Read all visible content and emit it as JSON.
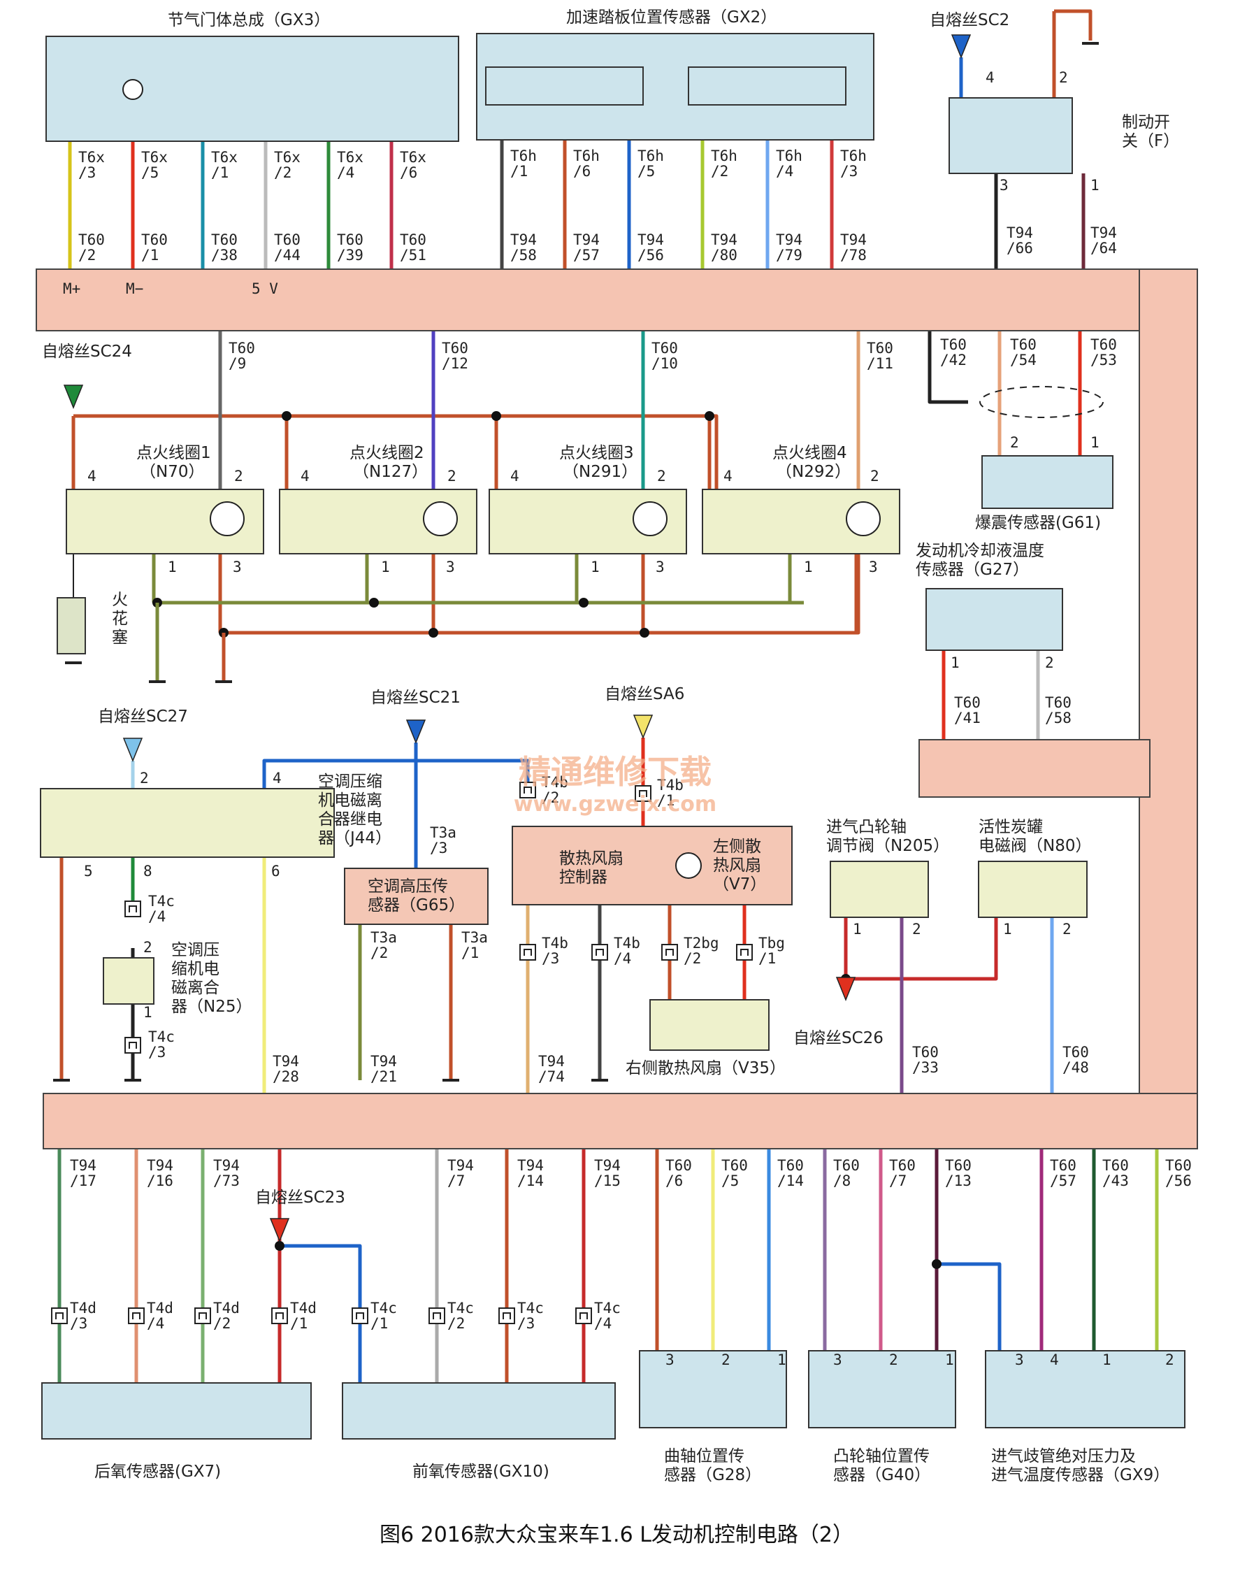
{
  "caption": "图6  2016款大众宝来车1.6 L发动机控制电路（2）",
  "watermark": {
    "line1": "精通维修下载",
    "line2": "www.gzweix.com"
  },
  "colors": {
    "bus": "#f5c4b2",
    "component": "#cde4ec",
    "coil": "#eef1cc",
    "box": "#f4c7b5",
    "wire_red": "#e0301e",
    "wire_blue": "#1e63c8",
    "wire_green": "#1f8a3a",
    "wire_brown": "#c1502a"
  },
  "components": {
    "gx3": {
      "title": "节气门体总成（GX3）",
      "pins": [
        "T6x\n/3",
        "T6x\n/5",
        "T6x\n/1",
        "T6x\n/2",
        "T6x\n/4",
        "T6x\n/6"
      ],
      "ecu": [
        "T60\n/2",
        "T60\n/1",
        "T60\n/38",
        "T60\n/44",
        "T60\n/39",
        "T60\n/51"
      ],
      "bus_labels": [
        "M+",
        "M−",
        "5 V"
      ]
    },
    "gx2": {
      "title": "加速踏板位置传感器（GX2）",
      "pins": [
        "T6h\n/1",
        "T6h\n/6",
        "T6h\n/5",
        "T6h\n/2",
        "T6h\n/4",
        "T6h\n/3"
      ],
      "ecu": [
        "T94\n/58",
        "T94\n/57",
        "T94\n/56",
        "T94\n/80",
        "T94\n/79",
        "T94\n/78"
      ]
    },
    "brake": {
      "title": "制动开\n关（F）",
      "fuse": "自熔丝SC2",
      "pins": [
        "4",
        "2",
        "3",
        "1"
      ],
      "ecu": [
        "T94\n/66",
        "T94\n/64"
      ]
    },
    "coils": {
      "fuse": "自熔丝SC24",
      "items": [
        {
          "name": "点火线圈1",
          "code": "（N70）",
          "ecu": "T60\n/9"
        },
        {
          "name": "点火线圈2",
          "code": "（N127）",
          "ecu": "T60\n/12"
        },
        {
          "name": "点火线圈3",
          "code": "（N291）",
          "ecu": "T60\n/10"
        },
        {
          "name": "点火线圈4",
          "code": "（N292）",
          "ecu": "T60\n/11"
        }
      ],
      "pin_labels": [
        "4",
        "2",
        "1",
        "3"
      ],
      "spark_plug": "火\n花\n塞"
    },
    "knock": {
      "title": "爆震传感器(G61)",
      "ecu": [
        "T60\n/42",
        "T60\n/54",
        "T60\n/53"
      ],
      "pins": [
        "2",
        "1"
      ]
    },
    "g27": {
      "title": "发动机冷却液温度\n传感器（G27）",
      "pins": [
        "1",
        "2"
      ],
      "ecu": [
        "T60\n/41",
        "T60\n/58"
      ]
    },
    "j44": {
      "title": "空调压缩\n机电磁离\n合器继电\n器（J44）",
      "fuse": "自熔丝SC27",
      "pins": [
        "2",
        "4",
        "5",
        "8",
        "6"
      ],
      "ecu": "T94\n/28"
    },
    "n25": {
      "title": "空调压\n缩机电\n磁离合\n器（N25）",
      "conn_top": "T4c\n/4",
      "conn_bottom": "T4c\n/3",
      "pins": [
        "2",
        "1"
      ]
    },
    "g65": {
      "title": "空调高压传\n感器（G65）",
      "fuse": "自熔丝SC21",
      "conn": "T3a\n/3",
      "pins": [
        "T3a\n/2",
        "T3a\n/1"
      ],
      "ecu": "T94\n/21"
    },
    "fan_ctrl": {
      "title": "散热风扇\n控制器",
      "fan": "左侧散\n热风扇\n（V7）",
      "fuse": "自熔丝SA6",
      "conns": [
        "T4b\n/2",
        "T4b\n/1",
        "T4b\n/3",
        "T4b\n/4",
        "T2bg\n/2",
        "Tbg\n/1"
      ],
      "ecu": "T94\n/74"
    },
    "v35": {
      "title": "右侧散热风扇（V35）"
    },
    "n205": {
      "title": "进气凸轮轴\n调节阀（N205）",
      "pins": [
        "1",
        "2"
      ],
      "ecu": "T60\n/33"
    },
    "n80": {
      "title": "活性炭罐\n电磁阀（N80）",
      "pins": [
        "1",
        "2"
      ],
      "ecu": "T60\n/48"
    },
    "sc26": {
      "fuse": "自熔丝SC26"
    },
    "gx7": {
      "title": "后氧传感器(GX7)",
      "ecu": [
        "T94\n/17",
        "T94\n/16",
        "T94\n/73"
      ],
      "conns": [
        "T4d\n/3",
        "T4d\n/4",
        "T4d\n/2",
        "T4d\n/1"
      ]
    },
    "sc23": {
      "fuse": "自熔丝SC23"
    },
    "gx10": {
      "title": "前氧传感器(GX10)",
      "ecu": [
        "T94\n/7",
        "T94\n/14",
        "T94\n/15"
      ],
      "conns": [
        "T4c\n/1",
        "T4c\n/2",
        "T4c\n/3",
        "T4c\n/4"
      ]
    },
    "g28": {
      "title": "曲轴位置传\n感器（G28）",
      "ecu": [
        "T60\n/6",
        "T60\n/5",
        "T60\n/14"
      ],
      "pins": [
        "3",
        "2",
        "1"
      ]
    },
    "g40": {
      "title": "凸轮轴位置传\n感器（G40）",
      "ecu": [
        "T60\n/8",
        "T60\n/7",
        "T60\n/13"
      ],
      "pins": [
        "3",
        "2",
        "1"
      ]
    },
    "gx9": {
      "title": "进气歧管绝对压力及\n进气温度传感器（GX9）",
      "ecu": [
        "T60\n/57",
        "T60\n/43",
        "T60\n/56"
      ],
      "pins": [
        "3",
        "4",
        "1",
        "2"
      ]
    }
  }
}
